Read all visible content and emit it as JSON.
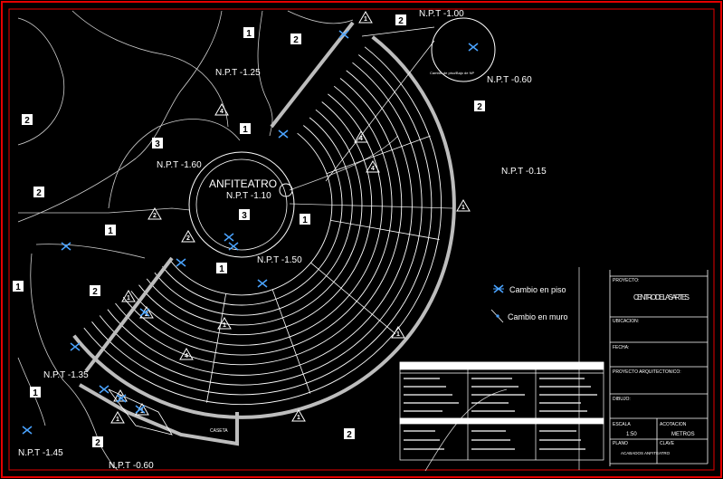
{
  "colors": {
    "background": "#000000",
    "border": "#e60000",
    "lines": "#ffffff",
    "wall": "#bdbdbd",
    "accent": "#4aa3ff",
    "tag_bg": "#ffffff",
    "tag_text": "#000000"
  },
  "plan": {
    "title": "ANFITEATRO",
    "levels": {
      "center": "N.P.T -1.10",
      "top_right": "N.P.T -1.00",
      "upper_left": "N.P.T -1.25",
      "left": "N.P.T -1.60",
      "right": "N.P.T -0.15",
      "right_upper": "N.P.T -0.60",
      "below_stage": "N.P.T -1.50",
      "lower_left": "N.P.T -1.35",
      "bottom_left": "N.P.T -1.45",
      "bottom": "N.P.T -0.60"
    },
    "zones": {
      "z1": "1",
      "z2": "2",
      "z3": "3",
      "z4": "4"
    },
    "small_labels": {
      "caseta": "CASETA",
      "detail": "Cambio de piso/Bajo de NP"
    }
  },
  "legend": {
    "floor_change": "Cambio en piso",
    "wall_change": "Cambio en muro"
  },
  "title_block": {
    "proyecto_label": "PROYECTO:",
    "proyecto": "CENTRO DE LAS ARTES",
    "ubicacion_label": "UBICACION:",
    "fecha_label": "FECHA:",
    "arquitecto_label": "PROYECTO ARQUITECTONICO:",
    "dibujo_label": "DIBUJO:",
    "escala_label": "ESCALA",
    "escala": "1:50",
    "acotacion_label": "ACOTACION",
    "acotacion": "METROS",
    "plano_label": "PLANO",
    "plano": "ACABADOS ANFITEATRO",
    "clave_label": "CLAVE"
  }
}
